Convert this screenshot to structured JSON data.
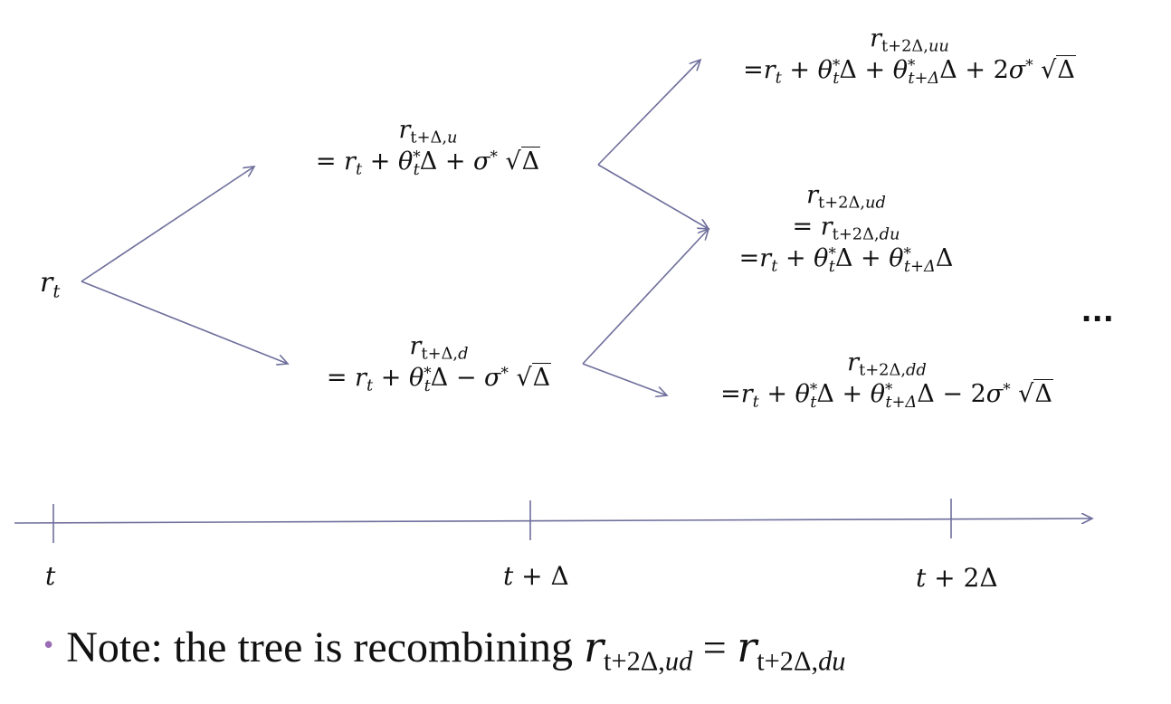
{
  "root": {
    "text": "r_t"
  },
  "nodes": {
    "u": {
      "label": "r_{t+Δ,u}",
      "expr": "= r_t + θ_t^* Δ + σ^* √Δ"
    },
    "d": {
      "label": "r_{t+Δ,d}",
      "expr": "= r_t + θ_t^* Δ − σ^* √Δ"
    },
    "uu": {
      "label": "r_{t+2Δ,uu}",
      "expr": "=r_t + θ_t^* Δ + θ_{t+Δ}^* Δ + 2σ^* √Δ"
    },
    "ud": {
      "label": "r_{t+2Δ,ud}",
      "eq": "= r_{t+2Δ,du}",
      "expr": "=r_t + θ_t^* Δ + θ_{t+Δ}^* Δ"
    },
    "dd": {
      "label": "r_{t+2Δ,dd}",
      "expr": "=r_t + θ_t^* Δ + θ_{t+Δ}^* Δ − 2σ^* √Δ"
    }
  },
  "ellipsis": "...",
  "time_axis": {
    "ticks": [
      "t",
      "t + Δ",
      "t + 2Δ"
    ]
  },
  "note": {
    "text": "Note: the tree is recombining",
    "equation": "r_{t+2Δ,ud} = r_{t+2Δ,du}"
  },
  "colors": {
    "lines": "#6e6e9c",
    "bullet": "#9b6cb6",
    "text": "#111111"
  }
}
